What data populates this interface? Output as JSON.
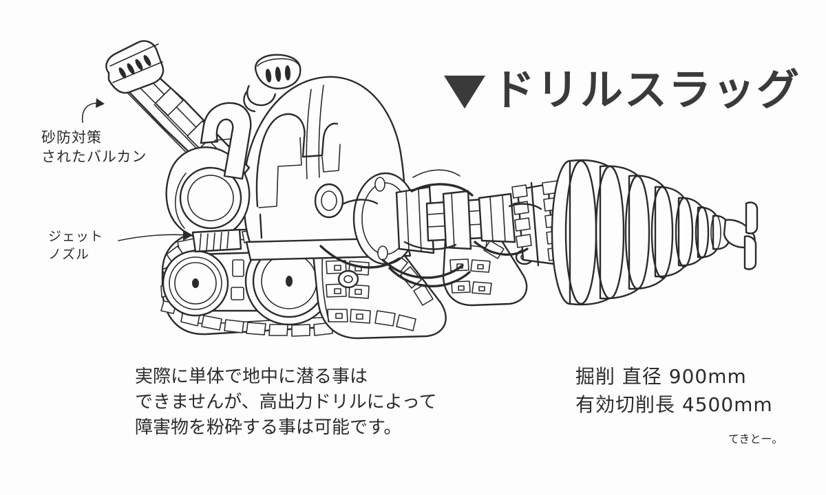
{
  "sheet": {
    "background_color": "#fdfdfd",
    "ink_color": "#2b2b2b",
    "title_color": "#3a3a3a"
  },
  "title": {
    "marker": "▼",
    "text": "ドリルスラッグ"
  },
  "annotations": [
    {
      "id": "vulcan",
      "line1": "砂防対策",
      "line2": "されたバルカン",
      "full": "砂防対策されたバルカン",
      "arrow": "curved-arrow-up-right"
    },
    {
      "id": "jet",
      "line1": "ジェット",
      "line2": "ノズル",
      "full": "ジェットノズル",
      "arrow": "straight-arrow-right"
    }
  ],
  "description": {
    "line1": "実際に単体で地中に潜る事は",
    "line2": "できませんが、高出力ドリルによって",
    "line3": "障害物を粉砕する事は可能です。"
  },
  "specs": {
    "line1": "掘削 直径 900mm",
    "line2": "有効切削長 4500mm",
    "note": "てきとー。"
  },
  "drawing": {
    "subject": "drill-slug-vehicle",
    "parts": [
      "vulcan-gatling-gun",
      "exhaust-vent-stack",
      "cockpit-canopy",
      "jet-nozzle",
      "tank-tread-left",
      "tank-tread-right",
      "road-wheel-front",
      "road-wheel-rear",
      "drive-shaft-assembly",
      "gear-collar",
      "conical-drill-head",
      "drill-tip-pins"
    ]
  }
}
